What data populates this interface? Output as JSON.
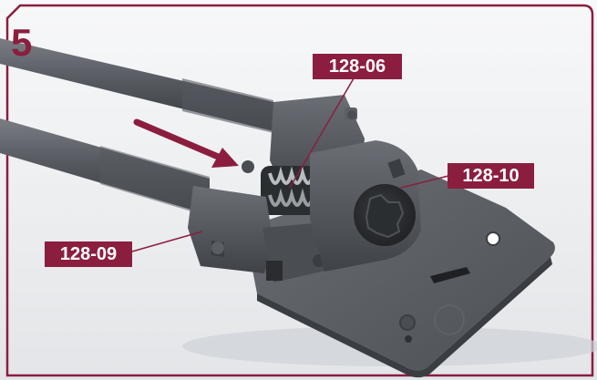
{
  "step_number": "5",
  "callouts": {
    "spring": "128-06",
    "gear": "128-10",
    "rod": "128-09"
  },
  "colors": {
    "accent": "#8b1e3f",
    "background": "#f3f4f6",
    "part_gray": "#55595f"
  }
}
